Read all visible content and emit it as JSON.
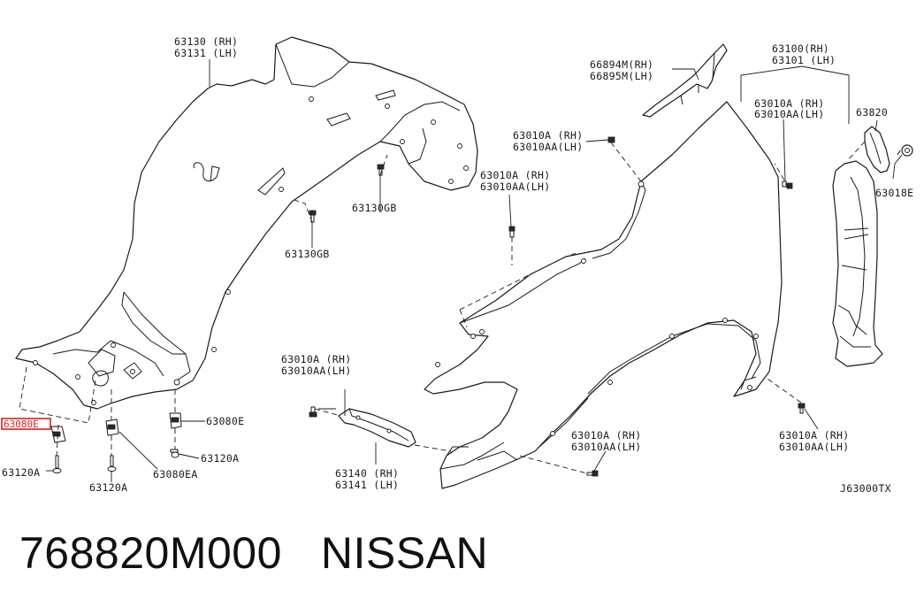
{
  "callouts": {
    "p63130": "63130 (RH)",
    "p63131": "63131 (LH)",
    "p63130gb_a": "63130GB",
    "p63130gb_b": "63130GB",
    "p66894m": "66894M(RH)",
    "p66895m": "66895M(LH)",
    "p63010a_top": "63010A  (RH)",
    "p63010aa_top": "63010AA(LH)",
    "p63010a_mid": "63010A  (RH)",
    "p63010aa_mid": "63010AA(LH)",
    "p63100": "63100(RH)",
    "p63101": "63101 (LH)",
    "p63010a_r": "63010A  (RH)",
    "p63010aa_r": "63010AA(LH)",
    "p63820": "63820",
    "p63018e": "63018E",
    "p63010a_left": "63010A  (RH)",
    "p63010aa_left": "63010AA(LH)",
    "p63080e_sel": "63080E",
    "p63080e": "63080E",
    "p63120a_1": "63120A",
    "p63120a_2": "63120A",
    "p63120a_3": "63120A",
    "p63080ea": "63080EA",
    "p63140": "63140 (RH)",
    "p63141": "63141 (LH)",
    "p63010a_bot": "63010A  (RH)",
    "p63010aa_bot": "63010AA(LH)",
    "p63010a_br": "63010A  (RH)",
    "p63010aa_br": "63010AA(LH)"
  },
  "diagram_code": "J63000TX",
  "footer": {
    "part_number": "768820M000",
    "brand": "NISSAN"
  },
  "colors": {
    "highlight": "#e01b1b",
    "line": "#1a1a1a"
  }
}
